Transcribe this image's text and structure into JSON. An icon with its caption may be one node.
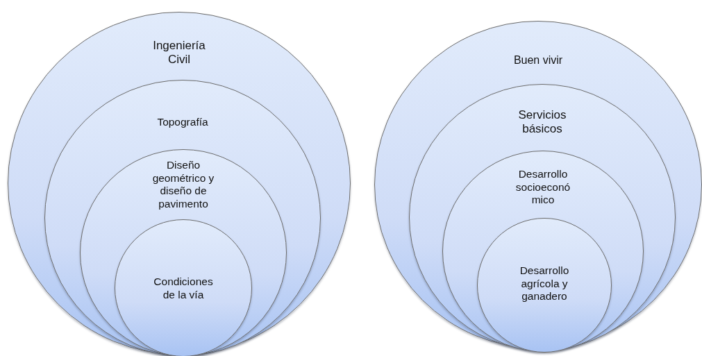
{
  "diagram": {
    "nodes": [
      {
        "text": [
          "Ingeniería Civil"
        ]
      },
      {
        "text": [
          "Topografía"
        ],
        "in": 0
      },
      {
        "text": [
          "Diseño geométrico y diseño de pavimento"
        ],
        "in": 1
      },
      {
        "text": [
          "Condiciones de la vía"
        ],
        "in": 2
      },
      {
        "text": [
          "Buen vivir"
        ]
      },
      {
        "text": [
          "Servicios básicos"
        ],
        "in": 4
      },
      {
        "text": [
          "Desarrollo socioeconó mico"
        ],
        "in": 5
      },
      {
        "text": [
          "Desarrollo agrícola y ganadero"
        ],
        "in": 6
      }
    ]
  }
}
